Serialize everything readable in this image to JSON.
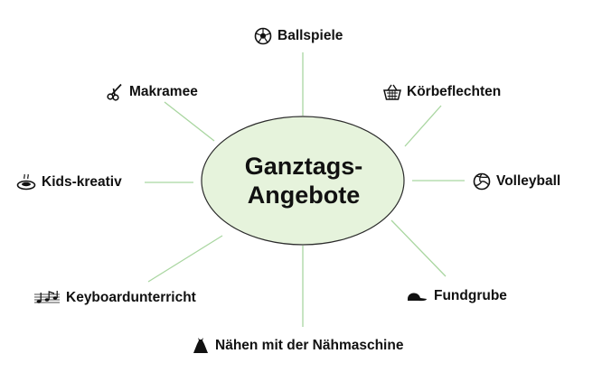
{
  "center": {
    "line1": "Ganztags-",
    "line2": "Angebote"
  },
  "nodes": [
    {
      "id": "ballspiele",
      "label": "Ballspiele",
      "icon": "soccer-ball-icon"
    },
    {
      "id": "koerbeflechten",
      "label": "Körbeflechten",
      "icon": "basket-icon"
    },
    {
      "id": "volleyball",
      "label": "Volleyball",
      "icon": "volleyball-icon"
    },
    {
      "id": "fundgrube",
      "label": "Fundgrube",
      "icon": "cap-icon"
    },
    {
      "id": "naehen",
      "label": "Nähen mit der Nähmaschine",
      "icon": "dress-icon"
    },
    {
      "id": "keyboard",
      "label": "Keyboardunterricht",
      "icon": "music-notes-icon"
    },
    {
      "id": "kids",
      "label": "Kids-kreativ",
      "icon": "pottery-icon"
    },
    {
      "id": "makramee",
      "label": "Makramee",
      "icon": "scissors-icon"
    }
  ],
  "colors": {
    "ellipse_fill": "#e6f3dc",
    "ellipse_stroke": "#2b2b2b",
    "connector": "#a9d6a0",
    "text": "#111111"
  }
}
